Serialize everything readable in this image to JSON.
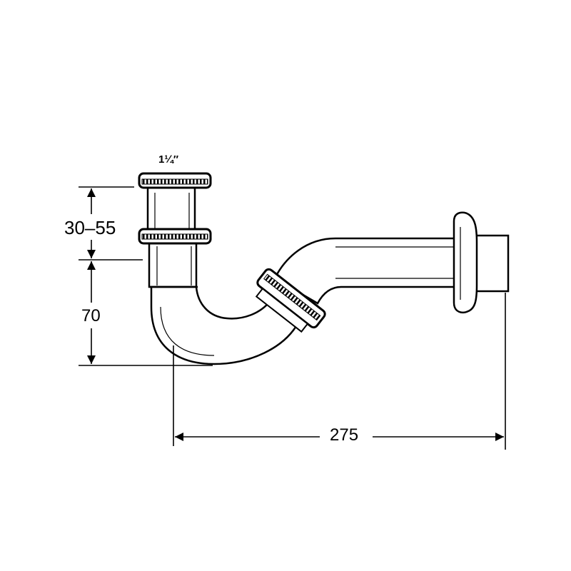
{
  "diagram": {
    "pipe_size_label": "1¼″",
    "adjustment_range_label": "30–55",
    "height_label": "70",
    "width_label": "275",
    "colors": {
      "ink": "#000000",
      "background": "#ffffff"
    }
  }
}
